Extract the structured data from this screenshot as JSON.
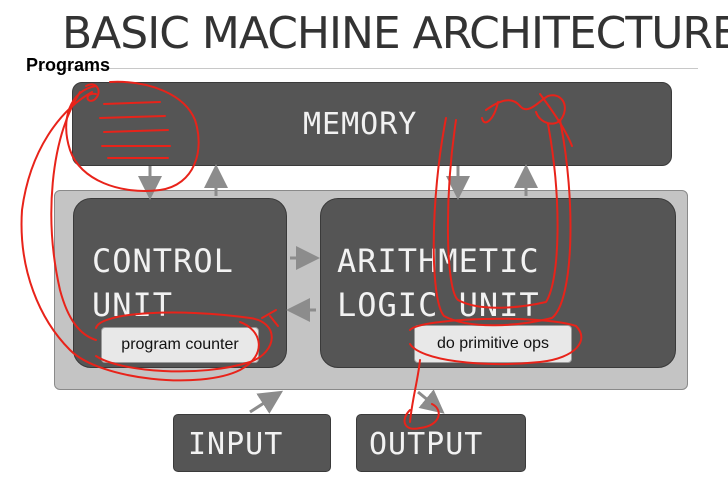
{
  "title": "BASIC MACHINE ARCHITECTURE",
  "annotation_label": "Programs",
  "memory": {
    "label": "MEMORY"
  },
  "control_unit": {
    "line1": "CONTROL",
    "line2": "UNIT",
    "chip": "program counter"
  },
  "alu": {
    "line1": "ARITHMETIC",
    "line2": "LOGIC UNIT",
    "chip": "do primitive ops"
  },
  "input": {
    "label": "INPUT"
  },
  "output": {
    "label": "OUTPUT"
  },
  "colors": {
    "box_fill": "#555555",
    "cpu_fill": "#c4c4c4",
    "chip_fill": "#e8e8e8",
    "arrow": "#8c8c8c",
    "ink": "#e8231a"
  }
}
